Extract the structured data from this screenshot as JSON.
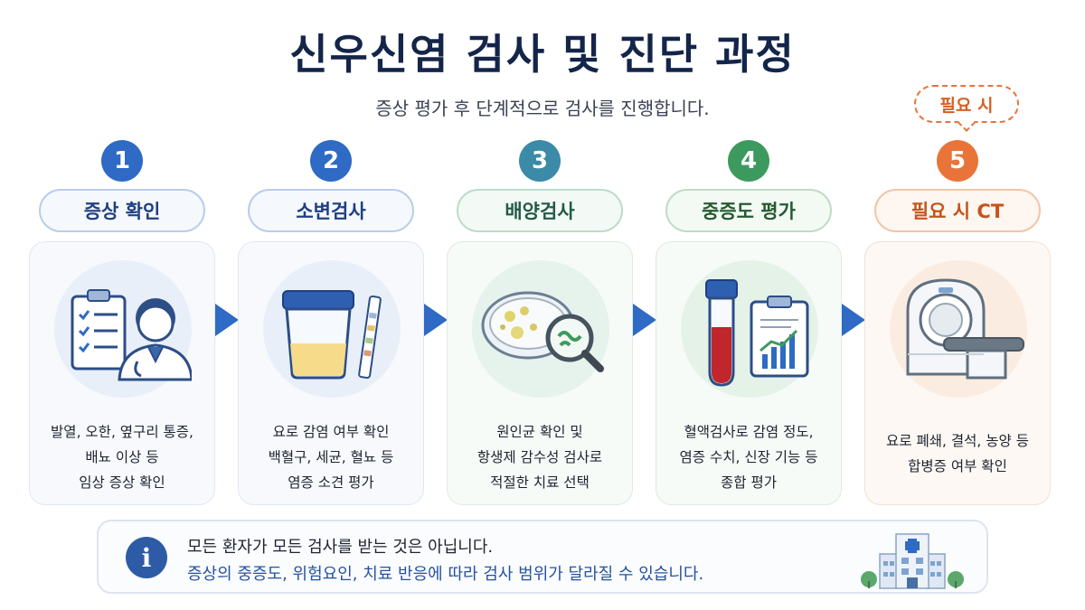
{
  "title": "신우신염 검사 및 진단 과정",
  "subtitle": "증상 평가 후 단계적으로 검사를 진행합니다.",
  "need_tag": "필요 시",
  "colors": {
    "blue": "#2f6ac4",
    "navy": "#14254a",
    "teal": "#3b8aa7",
    "green": "#3d9a5e",
    "orange": "#e8743a"
  },
  "steps": [
    {
      "number": "1",
      "title": "증상 확인",
      "icon": "doctor-clipboard-icon",
      "lines": [
        "발열, 오한, 옆구리 통증,",
        "배뇨 이상 등",
        "임상 증상 확인"
      ]
    },
    {
      "number": "2",
      "title": "소변검사",
      "icon": "urine-cup-test-strip-icon",
      "lines": [
        "요로 감염 여부 확인",
        "백혈구, 세균, 혈뇨 등",
        "염증 소견 평가"
      ]
    },
    {
      "number": "3",
      "title": "배양검사",
      "icon": "petri-dish-magnifier-icon",
      "lines": [
        "원인균 확인 및",
        "항생제 감수성 검사로",
        "적절한 치료 선택"
      ]
    },
    {
      "number": "4",
      "title": "중증도 평가",
      "icon": "blood-tube-report-icon",
      "lines": [
        "혈액검사로 감염 정도,",
        "염증 수치, 신장 기능 등",
        "종합 평가"
      ]
    },
    {
      "number": "5",
      "title": "필요 시 CT",
      "icon": "ct-scanner-icon",
      "lines": [
        "요로 폐쇄, 결석, 농양 등",
        "합병증 여부 확인"
      ]
    }
  ],
  "info": {
    "icon": "info-icon",
    "line1": "모든 환자가 모든 검사를 받는 것은 아닙니다.",
    "line2": "증상의 중증도, 위험요인, 치료 반응에 따라 검사 범위가 달라질 수 있습니다.",
    "side_icon": "hospital-icon"
  }
}
